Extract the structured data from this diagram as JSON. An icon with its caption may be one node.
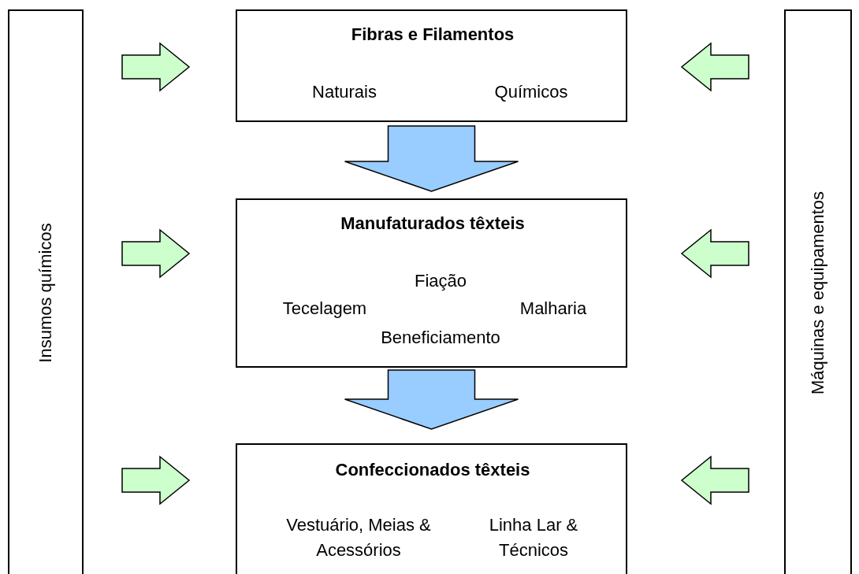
{
  "diagram": {
    "nodes": [
      {
        "text": [
          "Insumos químicos"
        ]
      },
      {
        "text": [
          "Fibras e Filamentos",
          "Naturais",
          "Químicos"
        ]
      },
      {
        "text": [
          "Manufaturados têxteis",
          "Fiação",
          "Tecelagem",
          "Malharia",
          "Beneficiamento"
        ]
      },
      {
        "text": [
          "Confeccionados têxteis",
          "Vestuário, Meias & Acessórios",
          "Linha Lar & Técnicos"
        ]
      },
      {
        "text": [
          "Máquinas e equipamentos"
        ]
      }
    ],
    "edges": [
      {
        "from": 0,
        "to": 1,
        "arrow": "to"
      },
      {
        "from": 0,
        "to": 2,
        "arrow": "to"
      },
      {
        "from": 0,
        "to": 3,
        "arrow": "to"
      },
      {
        "from": 4,
        "to": 1,
        "arrow": "to"
      },
      {
        "from": 4,
        "to": 2,
        "arrow": "to"
      },
      {
        "from": 4,
        "to": 3,
        "arrow": "to"
      },
      {
        "from": 1,
        "to": 2,
        "arrow": "to",
        "color": "#99ccff"
      },
      {
        "from": 2,
        "to": 3,
        "arrow": "to",
        "color": "#99ccff"
      }
    ]
  }
}
